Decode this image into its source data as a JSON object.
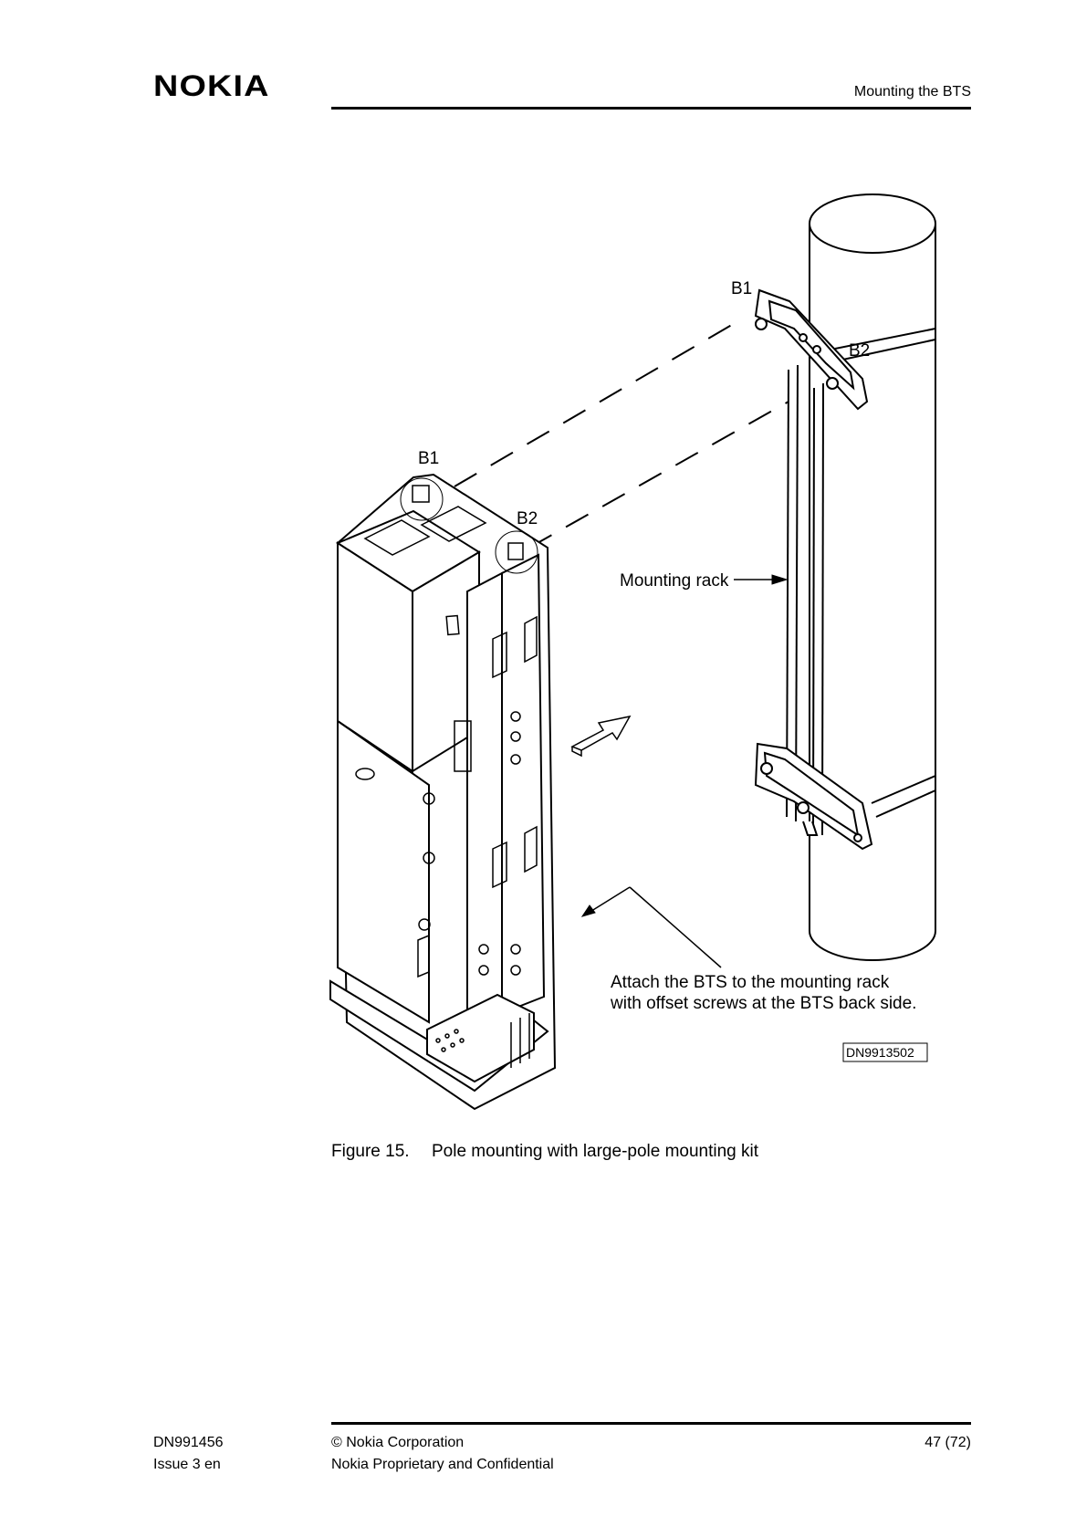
{
  "header": {
    "logo_text": "NOKIA",
    "section_title": "Mounting the BTS"
  },
  "figure": {
    "labels": {
      "b1_rack": "B1",
      "b2_rack": "B2",
      "b1_bts": "B1",
      "b2_bts": "B2",
      "mounting_rack": "Mounting rack",
      "instruction_line1": "Attach the BTS to the mounting rack",
      "instruction_line2": "with offset screws at the BTS back side.",
      "drawing_id": "DN9913502"
    },
    "caption_number": "Figure 15.",
    "caption_text": "Pole mounting with large-pole mounting kit"
  },
  "footer": {
    "doc_number": "DN991456",
    "issue": "Issue 3 en",
    "copyright": "© Nokia Corporation",
    "confidentiality": "Nokia Proprietary and Confidential",
    "page": "47 (72)"
  }
}
